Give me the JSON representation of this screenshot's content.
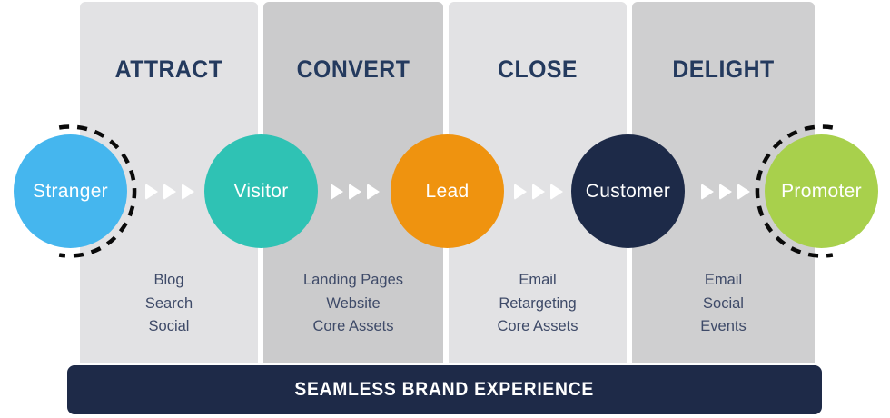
{
  "palette": {
    "background": "#ffffff",
    "panel_light": "#e2e2e4",
    "panel_dark": "#cbcbcc",
    "heading_text": "#243a5e",
    "list_text": "#3e4a68",
    "arrow_color": "#ffffff",
    "dash_color": "#0a0a0a",
    "circle_label_text": "#ffffff"
  },
  "stages": [
    {
      "title": "ATTRACT",
      "panel_color": "#e2e2e4",
      "items": [
        "Blog",
        "Search",
        "Social"
      ]
    },
    {
      "title": "CONVERT",
      "panel_color": "#cbcbcc",
      "items": [
        "Landing Pages",
        "Website",
        "Core Assets"
      ]
    },
    {
      "title": "CLOSE",
      "panel_color": "#e2e2e4",
      "items": [
        "Email",
        "Retargeting",
        "Core Assets"
      ]
    },
    {
      "title": "DELIGHT",
      "panel_color": "#cfcfd0",
      "items": [
        "Email",
        "Social",
        "Events"
      ]
    }
  ],
  "personas": [
    {
      "label": "Stranger",
      "color": "#45b6ee",
      "dashed_ring": "right"
    },
    {
      "label": "Visitor",
      "color": "#2fc2b4",
      "dashed_ring": "none"
    },
    {
      "label": "Lead",
      "color": "#ef930f",
      "dashed_ring": "none"
    },
    {
      "label": "Customer",
      "color": "#1d2a48",
      "dashed_ring": "none"
    },
    {
      "label": "Promoter",
      "color": "#a8d04c",
      "dashed_ring": "left"
    }
  ],
  "footer": {
    "label": "SEAMLESS BRAND EXPERIENCE",
    "bg": "#1e2a48"
  }
}
